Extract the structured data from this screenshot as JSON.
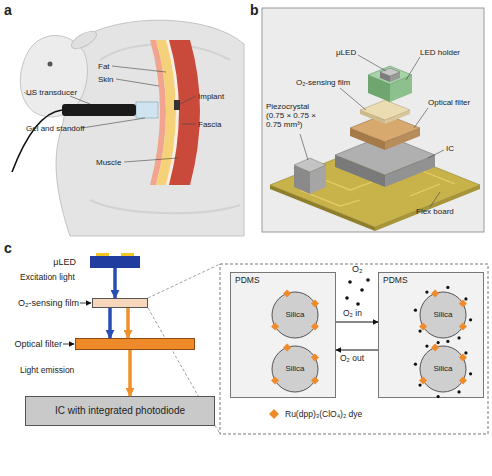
{
  "diagram": {
    "nodes": [
      {
        "text": [
          "μLED"
        ]
      },
      {
        "text": [
          "O₂-sensing film"
        ]
      },
      {
        "text": [
          "Optical filter"
        ]
      },
      {
        "text": [
          "IC with integrated photodiode"
        ]
      },
      {
        "text": [
          "PDMS"
        ]
      },
      {
        "text": [
          "Silica"
        ],
        "in": 4
      },
      {
        "text": [
          "Silica"
        ],
        "in": 4
      },
      {
        "text": [
          "PDMS"
        ]
      },
      {
        "text": [
          "Silica"
        ],
        "in": 7
      },
      {
        "text": [
          "Silica"
        ],
        "in": 7
      }
    ],
    "edges": [
      {
        "from": 0,
        "to": 1,
        "arrow": "to",
        "label": "Excitation light"
      },
      {
        "from": 1,
        "to": 2,
        "arrow": "to"
      },
      {
        "from": 1,
        "to": 2,
        "arrow": "to"
      },
      {
        "from": 2,
        "to": 3,
        "arrow": "to",
        "label": "Light emission"
      },
      {
        "from": 4,
        "to": 7,
        "arrow": "to",
        "label": "O₂ in"
      },
      {
        "from": 7,
        "to": 4,
        "arrow": "to",
        "label": "O₂ out"
      }
    ],
    "labels": [
      "a",
      "US transducer",
      "Gel and standoff",
      "Fat",
      "Skin",
      "Implant",
      "Fascia",
      "Muscle",
      "b",
      "μLED",
      "LED holder",
      "O₂-sensing film",
      "Optical filter",
      "Piezocrystal (0.75 × 0.75 × 0.75 mm³)",
      "IC",
      "Flex board",
      "c",
      "O₂"
    ],
    "legend": [
      {
        "text": "Ru(dpp)₃(ClO₄)₂ dye"
      }
    ]
  }
}
